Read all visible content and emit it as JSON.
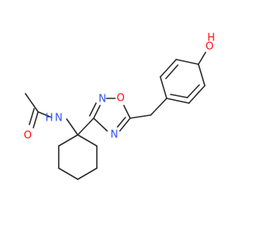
{
  "molecule": {
    "atoms": [
      {
        "id": "o-hydroxyl-h",
        "text": "H",
        "color": "#ff0d0d"
      },
      {
        "id": "o-hydroxyl",
        "text": "O",
        "color": "#ff0d0d"
      },
      {
        "id": "n-ring-1",
        "text": "N",
        "color": "#3050f8"
      },
      {
        "id": "o-ring",
        "text": "O",
        "color": "#ff0d0d"
      },
      {
        "id": "n-amide",
        "text": "N",
        "color": "#3050f8"
      },
      {
        "id": "n-amide-h",
        "text": "H",
        "color": "#3050f8"
      },
      {
        "id": "n-ring-2",
        "text": "N",
        "color": "#3050f8"
      },
      {
        "id": "o-carbonyl",
        "text": "O",
        "color": "#ff0d0d"
      }
    ],
    "bond_color": "#2b2b2b"
  }
}
